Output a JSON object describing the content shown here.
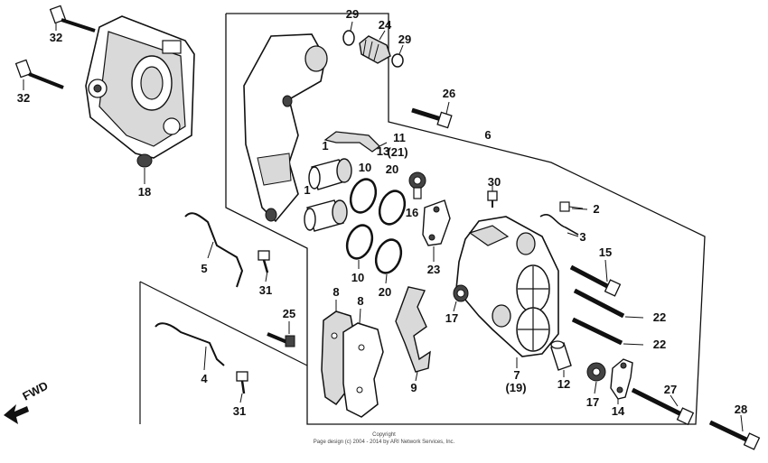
{
  "callouts": [
    {
      "id": "c29a",
      "text": "29"
    },
    {
      "id": "c24",
      "text": "24"
    },
    {
      "id": "c29b",
      "text": "29"
    },
    {
      "id": "c32a",
      "text": "32"
    },
    {
      "id": "c32b",
      "text": "32"
    },
    {
      "id": "c26",
      "text": "26"
    },
    {
      "id": "c6",
      "text": "6"
    },
    {
      "id": "c1a",
      "text": "1"
    },
    {
      "id": "c11",
      "text": "11"
    },
    {
      "id": "c13",
      "text": "13"
    },
    {
      "id": "c21",
      "text": "(21)"
    },
    {
      "id": "c10a",
      "text": "10"
    },
    {
      "id": "c20a",
      "text": "20"
    },
    {
      "id": "c1b",
      "text": "1"
    },
    {
      "id": "c18",
      "text": "18"
    },
    {
      "id": "c30",
      "text": "30"
    },
    {
      "id": "c16",
      "text": "16"
    },
    {
      "id": "c2",
      "text": "2"
    },
    {
      "id": "c3",
      "text": "3"
    },
    {
      "id": "c5",
      "text": "5"
    },
    {
      "id": "c31a",
      "text": "31"
    },
    {
      "id": "c10b",
      "text": "10"
    },
    {
      "id": "c20b",
      "text": "20"
    },
    {
      "id": "c23",
      "text": "23"
    },
    {
      "id": "c15",
      "text": "15"
    },
    {
      "id": "c8a",
      "text": "8"
    },
    {
      "id": "c8b",
      "text": "8"
    },
    {
      "id": "c17a",
      "text": "17"
    },
    {
      "id": "c22a",
      "text": "22"
    },
    {
      "id": "c25",
      "text": "25"
    },
    {
      "id": "c22b",
      "text": "22"
    },
    {
      "id": "c4",
      "text": "4"
    },
    {
      "id": "c9",
      "text": "9"
    },
    {
      "id": "c7",
      "text": "7"
    },
    {
      "id": "c19",
      "text": "(19)"
    },
    {
      "id": "c12",
      "text": "12"
    },
    {
      "id": "c27",
      "text": "27"
    },
    {
      "id": "c31b",
      "text": "31"
    },
    {
      "id": "c17b",
      "text": "17"
    },
    {
      "id": "c14",
      "text": "14"
    },
    {
      "id": "c28",
      "text": "28"
    }
  ],
  "fwd_label": "FWD",
  "footer": {
    "line1": "Copyright",
    "line2": "Page design (c) 2004 - 2014 by ARI Network Services, Inc."
  }
}
